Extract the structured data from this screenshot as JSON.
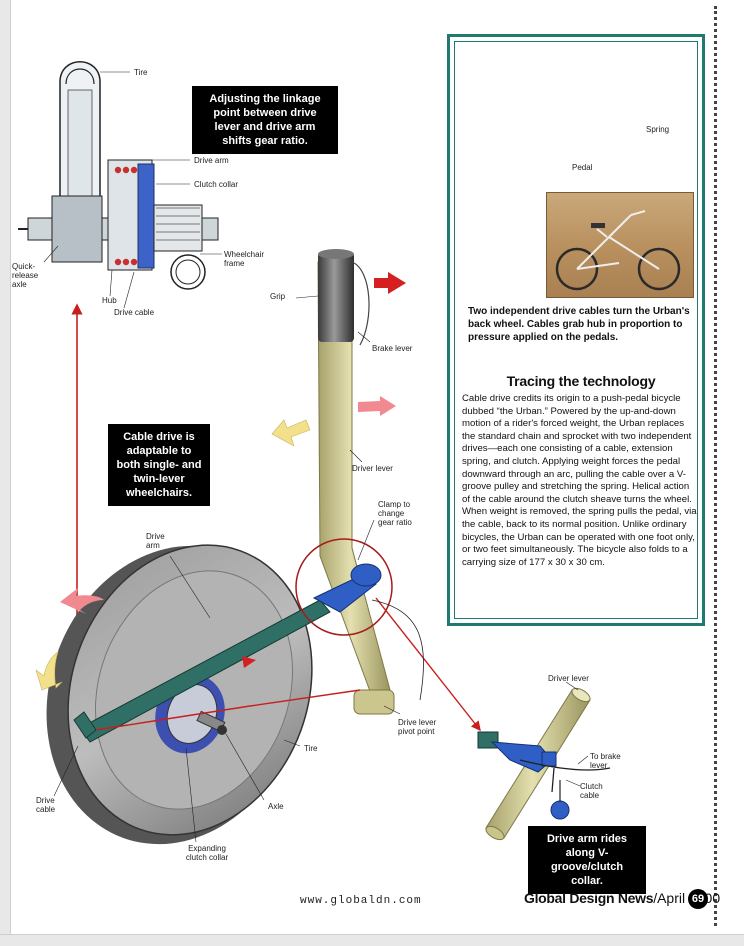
{
  "callouts": {
    "linkage": "Adjusting the linkage point between drive lever and drive arm shifts gear ratio.",
    "cable_drive": "Cable drive is adaptable to both single- and twin-lever wheelchairs.",
    "drive_arm_rides": "Drive arm rides along V-groove/clutch collar."
  },
  "labels": {
    "tire_top": "Tire",
    "drive_arm_top": "Drive arm",
    "clutch_collar": "Clutch collar",
    "wheelchair_frame": "Wheelchair frame",
    "quick_release": "Quick-release axle",
    "hub": "Hub",
    "drive_cable_top": "Drive cable",
    "grip": "Grip",
    "brake_lever": "Brake lever",
    "driver_lever_mid": "Driver lever",
    "clamp": "Clamp to change gear ratio",
    "drive_arm_main": "Drive arm",
    "drive_lever_pivot": "Drive lever pivot point",
    "tire_main": "Tire",
    "axle": "Axle",
    "drive_cable_main": "Drive cable",
    "expanding_clutch": "Expanding clutch collar",
    "driver_lever_detail": "Driver lever",
    "to_brake_lever": "To brake lever",
    "clutch_cable": "Clutch cable",
    "spring": "Spring",
    "pedal": "Pedal"
  },
  "sidebar": {
    "caption": "Two independent drive cables turn the Urban's back wheel. Cables grab hub in proportion to pressure applied on the pedals.",
    "heading": "Tracing the technology",
    "body": "Cable drive credits its origin to a push-pedal bicycle dubbed “the Urban.” Powered by the up-and-down motion of a rider's forced weight, the Urban replaces the standard chain and sprocket with two independent drives—each one consisting of a cable, extension spring, and clutch. Applying weight forces the pedal downward through an arc, pulling the cable over a V-groove pulley and stretching the spring. Helical action of the cable around the clutch sheave turns the wheel. When weight is removed, the spring pulls the pedal, via the cable, back to its normal position. Unlike ordinary bicycles, the Urban can be operated with one foot only, or two feet simultaneously. The bicycle also folds to a carrying size of 177 x 30 x 30 cm."
  },
  "footer": {
    "url": "www.globaldn.com",
    "magazine": "Global Design News",
    "issue": "/April 2000",
    "page_number": "69"
  },
  "colors": {
    "sidebar_border": "#1f7a72",
    "drive_arm": "#2f6f66",
    "arrow_red": "#c81e1e",
    "arrow_pink": "#f08a90",
    "arrow_yellow": "#f3e08a",
    "lever_tan": "#c9c48a",
    "clutch_blue": "#2f5fc4"
  }
}
